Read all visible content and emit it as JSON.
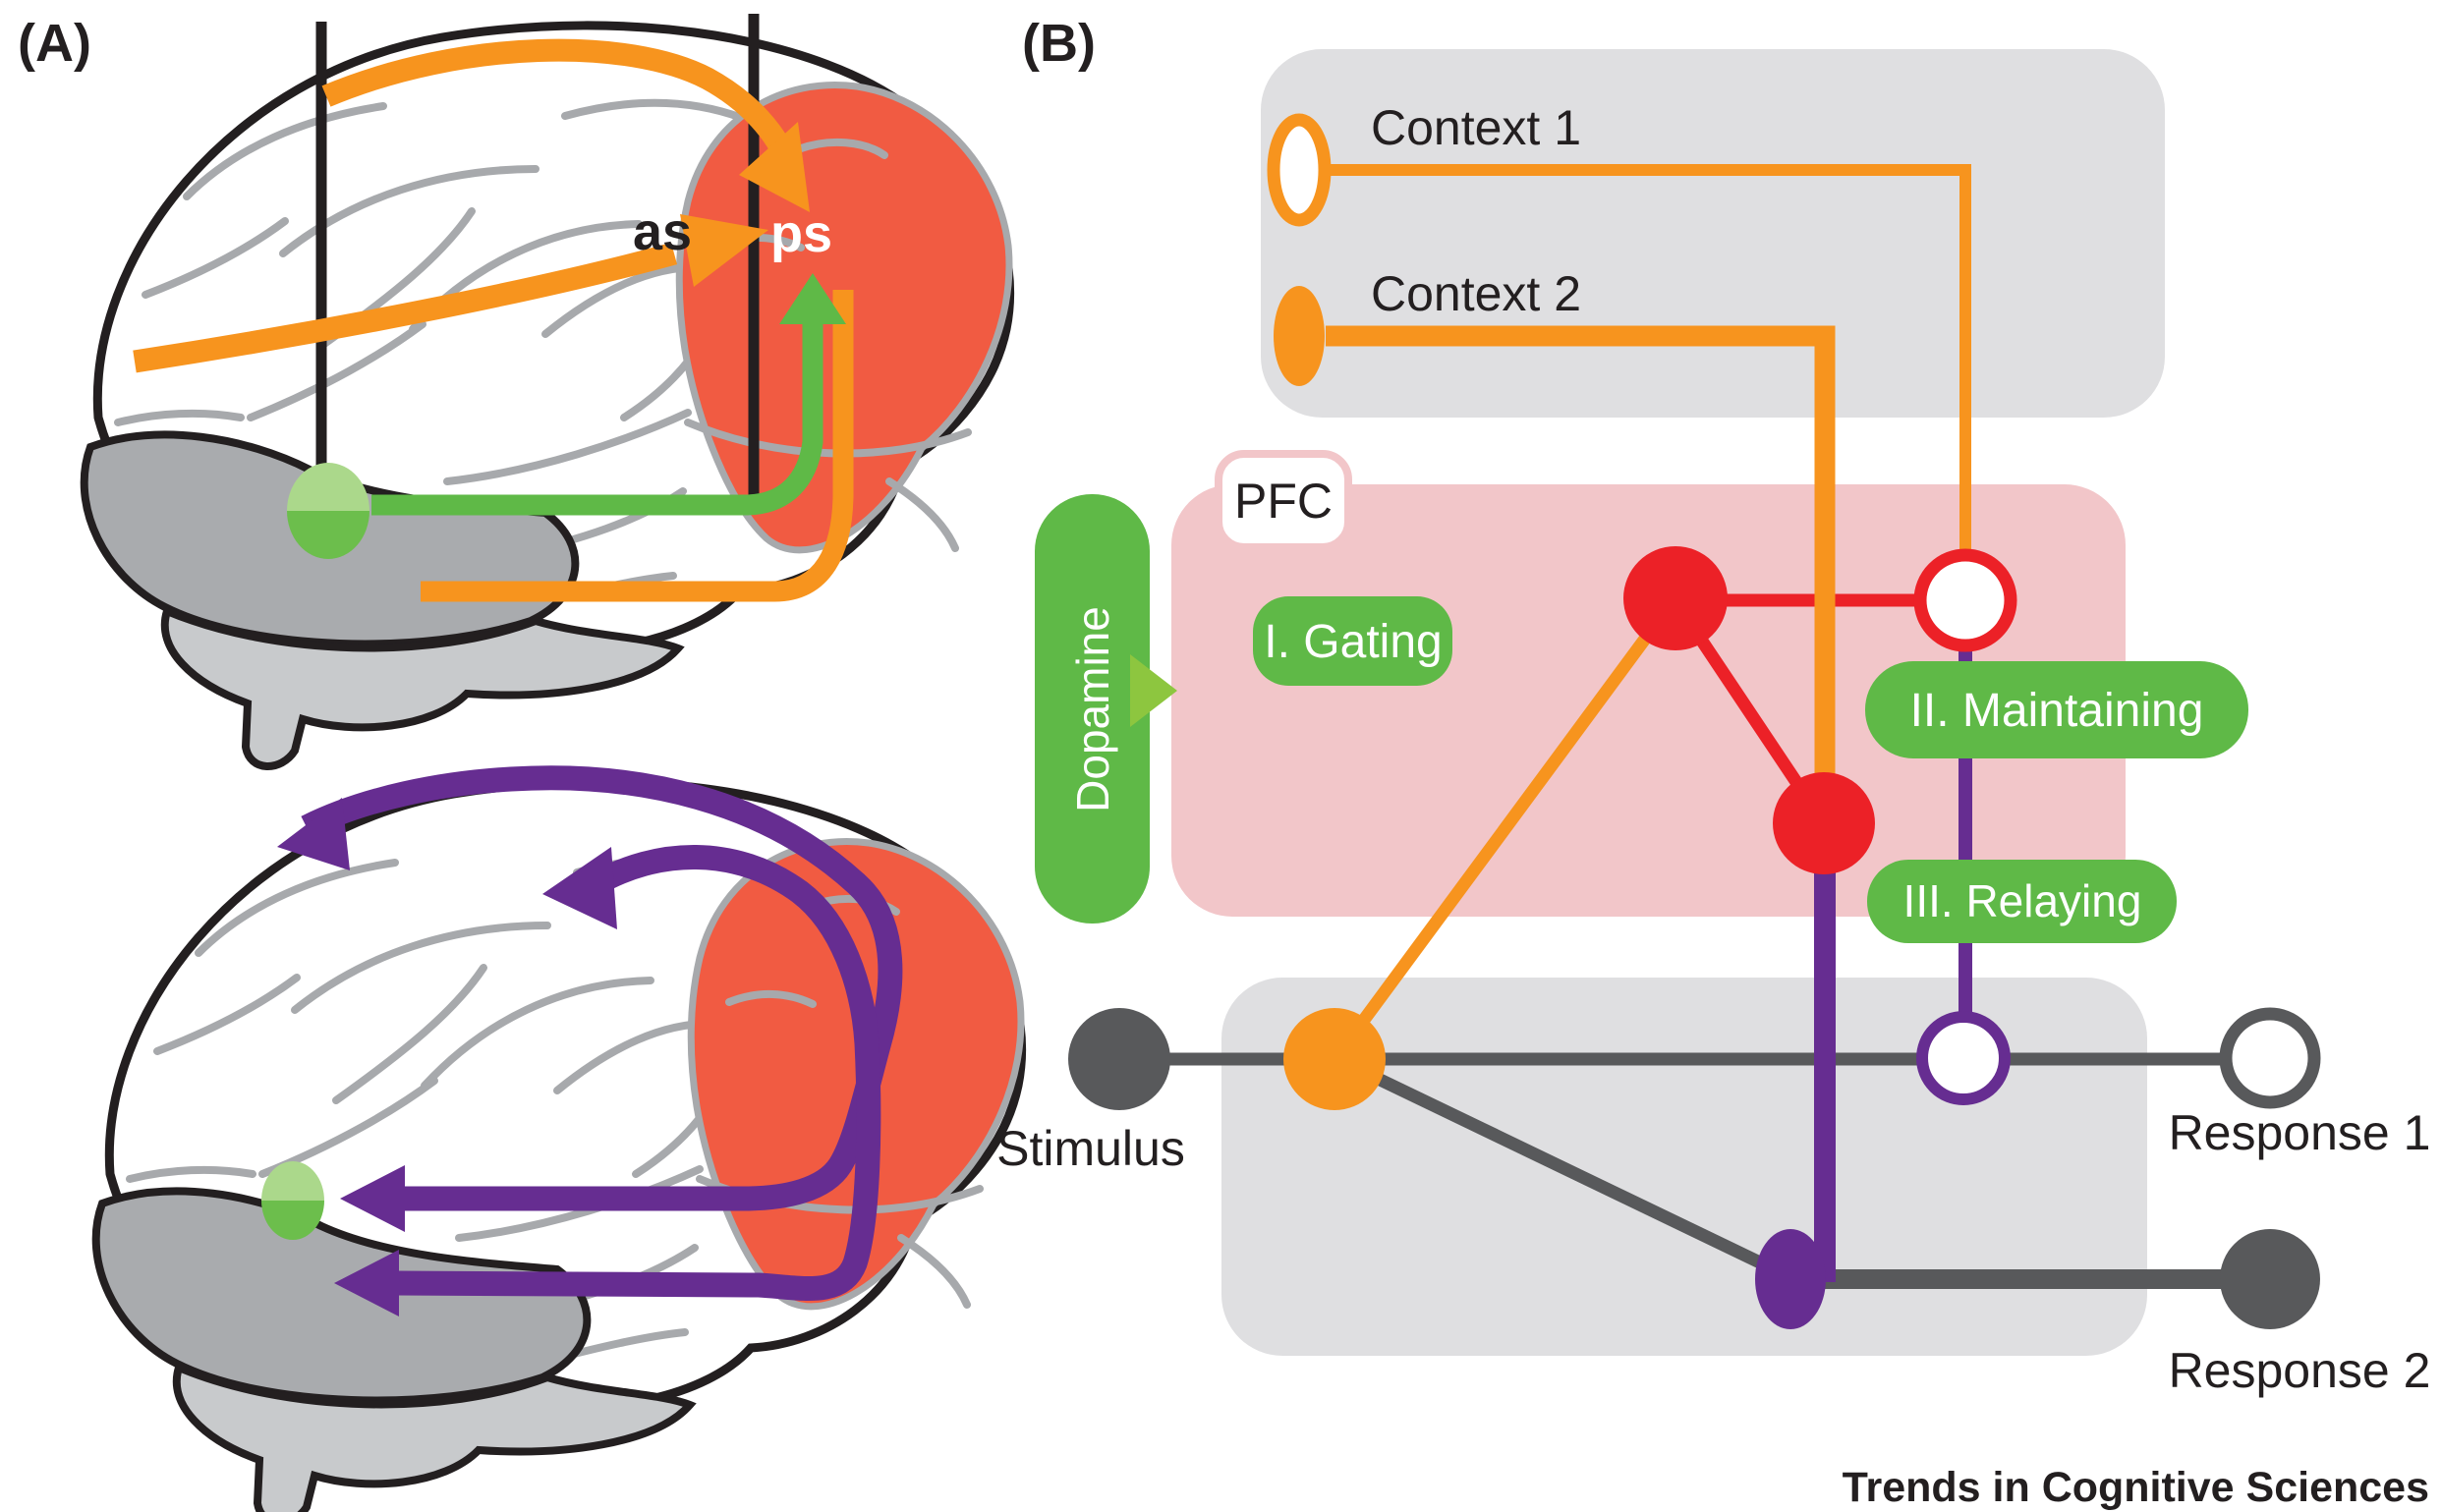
{
  "colors": {
    "orange": "#F7941E",
    "red": "#EC2127",
    "red_region": "#F15B42",
    "purple": "#662D91",
    "green": "#5FB947",
    "light_green": "#8DC63F",
    "green_circle_light": "#ABD88B",
    "green_circle_dark": "#6CBE4C",
    "dark_grey": "#58595B",
    "box_grey": "#DFDFE1",
    "pink": "#F2C6C9",
    "sulci": "#A7A9AC",
    "cereb_dark": "#A9ABAE",
    "cereb_light": "#C8CACC",
    "black": "#231F20"
  },
  "panel_a": {
    "label": "(A)",
    "sulcus_labels": {
      "as": "as",
      "ps": "ps"
    }
  },
  "panel_b": {
    "label": "(B)",
    "inputs": {
      "context1": "Context 1",
      "context2": "Context 2"
    },
    "pfc_label": "PFC",
    "dopamine_label": "Dopamine",
    "processes": {
      "gating": "I. Gating",
      "maintaining": "II. Maintaining",
      "relaying": "III. Relaying"
    },
    "stimulus_label": "Stimulus",
    "responses": {
      "response1": "Response 1",
      "response2": "Response 2"
    },
    "circuit": {
      "nodes": [
        {
          "id": "context1",
          "label": "Context 1",
          "style": "orange outlined ellipse"
        },
        {
          "id": "context2",
          "label": "Context 2",
          "style": "orange filled ellipse"
        },
        {
          "id": "pfc-gating-neuron",
          "style": "red filled circle"
        },
        {
          "id": "pfc-maintaining-neuron",
          "style": "red outlined circle"
        },
        {
          "id": "pfc-output-neuron",
          "style": "red filled circle"
        },
        {
          "id": "stimulus",
          "label": "Stimulus",
          "style": "dark grey filled circle"
        },
        {
          "id": "sensory-orange-neuron",
          "style": "orange filled circle"
        },
        {
          "id": "relay-neuron",
          "style": "purple outlined circle"
        },
        {
          "id": "response1",
          "label": "Response 1",
          "style": "grey outlined circle"
        },
        {
          "id": "motor-purple-neuron",
          "style": "purple filled ellipse"
        },
        {
          "id": "response2",
          "label": "Response 2",
          "style": "dark grey filled circle"
        }
      ],
      "edges": [
        {
          "from": "context1",
          "to": "pfc-maintaining-neuron",
          "color": "orange",
          "weight": "thin"
        },
        {
          "from": "context2",
          "to": "pfc-output-neuron",
          "color": "orange",
          "weight": "thick"
        },
        {
          "from": "pfc-gating-neuron",
          "to": "pfc-maintaining-neuron",
          "color": "red"
        },
        {
          "from": "pfc-gating-neuron",
          "to": "pfc-output-neuron",
          "color": "red"
        },
        {
          "from": "pfc-gating-neuron",
          "to": "sensory-orange-neuron",
          "color": "orange"
        },
        {
          "from": "pfc-maintaining-neuron",
          "to": "relay-neuron",
          "color": "purple",
          "weight": "thin"
        },
        {
          "from": "pfc-output-neuron",
          "to": "motor-purple-neuron",
          "color": "purple",
          "weight": "thick"
        },
        {
          "from": "stimulus",
          "to": "response1",
          "color": "grey"
        },
        {
          "from": "sensory-orange-neuron",
          "to": "motor-purple-neuron",
          "color": "grey"
        },
        {
          "from": "motor-purple-neuron",
          "to": "response2",
          "color": "grey",
          "weight": "thick"
        }
      ],
      "dopamine_projects_to": "PFC"
    }
  },
  "footer": {
    "journal": "Trends in Cognitive Sciences"
  }
}
